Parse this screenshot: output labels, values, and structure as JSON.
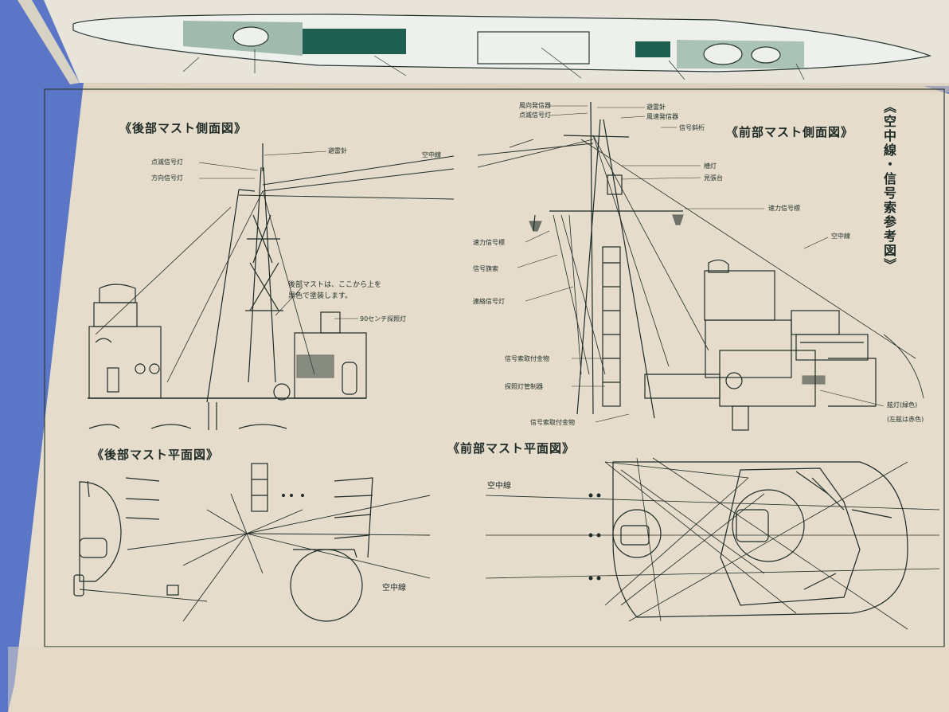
{
  "sheet": {
    "vertical_title": "《空中線・信号索参考図》",
    "panels": {
      "aft_side": {
        "title": "《後部マスト側面図》"
      },
      "fore_side": {
        "title": "《前部マスト側面図》"
      },
      "aft_plan": {
        "title": "《後部マスト平面図》"
      },
      "fore_plan": {
        "title": "《前部マスト平面図》"
      }
    },
    "aft_side_labels": {
      "lightning_rod": "避雷針",
      "blinker_light": "点滅信号灯",
      "direction_light": "方向信号灯",
      "antenna": "空中線",
      "note_line1": "後部マストは、ここから上を",
      "note_line2": "黒色で塗装します。",
      "searchlight": "90センチ探照灯"
    },
    "fore_side_labels": {
      "wind_direction": "風向発信器",
      "blinker_light": "点滅信号灯",
      "lightning_rod": "避雷針",
      "wind_speed": "風速発信器",
      "signal_yard": "信号斜桁",
      "masthead_light": "檣灯",
      "lookout": "見張台",
      "speed_marker_right": "速力信号標",
      "antenna": "空中線",
      "speed_marker_left": "速力信号標",
      "signal_halyard": "信号旗索",
      "comm_light": "連絡信号灯",
      "halyard_fitting": "信号索取付金物",
      "searchlight_control": "探照灯管制器",
      "halyard_fitting_2": "信号索取付金物",
      "side_light": "舷灯(緑色)",
      "side_light_note": "(左舷は赤色)"
    },
    "plan_labels": {
      "antenna_fore": "空中線",
      "antenna_aft": "空中線"
    }
  }
}
